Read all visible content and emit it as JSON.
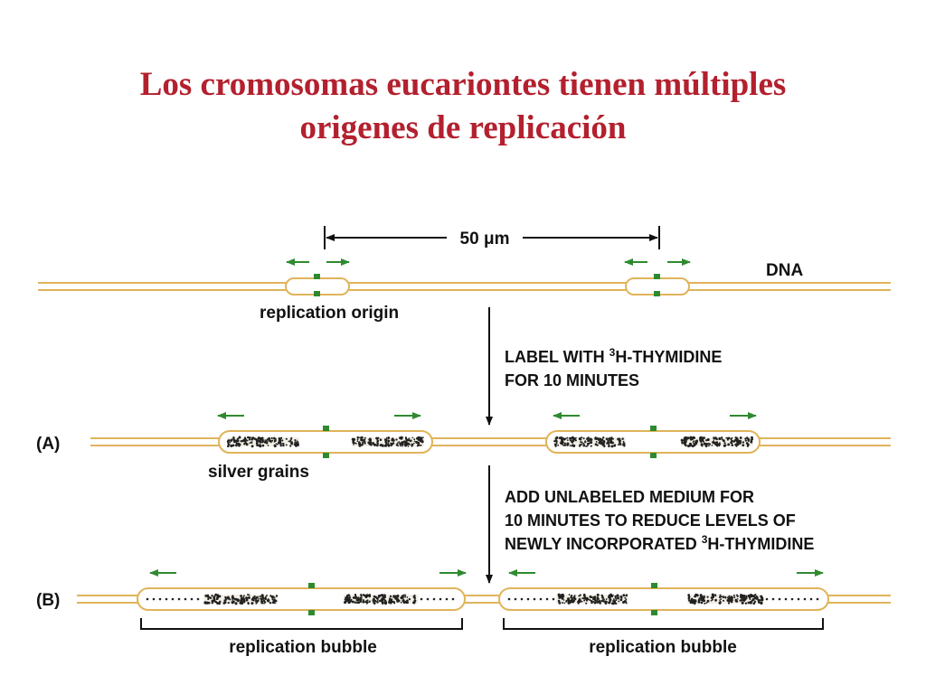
{
  "title": {
    "line1": "Los cromosomas eucariontes tienen múltiples",
    "line2": "origenes de replicación"
  },
  "diagram": {
    "scale_label": "50 μm",
    "dna_label": "DNA",
    "origin_label": "replication origin",
    "step1": {
      "line1_pre": "LABEL WITH ",
      "sup": "3",
      "line1_post": "H-THYMIDINE",
      "line2": "FOR 10 MINUTES"
    },
    "step2": {
      "line1": "ADD UNLABELED MEDIUM FOR",
      "line2": "10 MINUTES TO REDUCE LEVELS OF",
      "line3_pre": "NEWLY INCORPORATED ",
      "sup": "3",
      "line3_post": "H-THYMIDINE"
    },
    "row_a_label": "(A)",
    "row_b_label": "(B)",
    "silver_label": "silver grains",
    "bubble_label_1": "replication bubble",
    "bubble_label_2": "replication bubble"
  },
  "colors": {
    "title": "#b3202e",
    "dna_strand": "#e0b45a",
    "origin_marker": "#2f8a2f",
    "arrow": "#2f8a2f",
    "grains": "#222222"
  }
}
